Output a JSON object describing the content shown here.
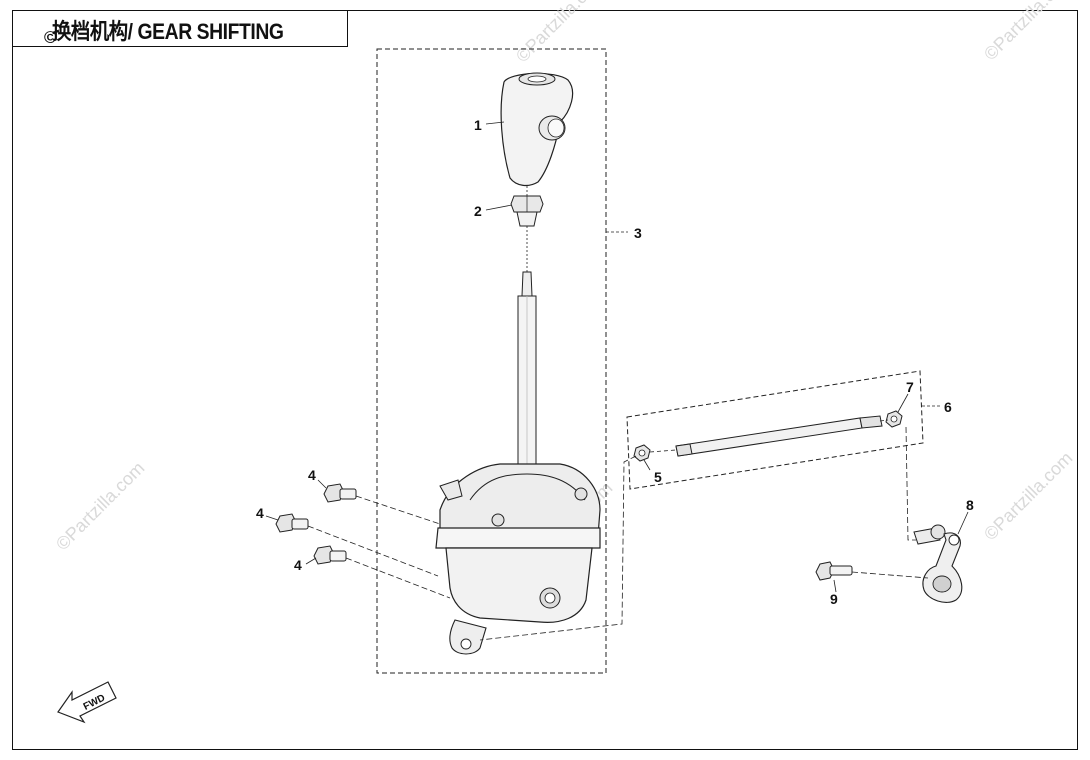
{
  "title": "换档机构/ GEAR SHIFTING",
  "corner_mark": "©",
  "watermark": "©Partzilla.com",
  "direction_label": "FWD",
  "callouts": [
    {
      "id": "1",
      "name": "shift-knob"
    },
    {
      "id": "2",
      "name": "lock-nut"
    },
    {
      "id": "3",
      "name": "shift-lever-assembly"
    },
    {
      "id": "4",
      "name": "bolt-upper"
    },
    {
      "id": "4",
      "name": "bolt-middle"
    },
    {
      "id": "4",
      "name": "bolt-lower"
    },
    {
      "id": "5",
      "name": "rod-end-nut-left"
    },
    {
      "id": "6",
      "name": "shift-rod-assembly"
    },
    {
      "id": "7",
      "name": "rod-end-nut-right"
    },
    {
      "id": "8",
      "name": "shift-arm"
    },
    {
      "id": "9",
      "name": "arm-bolt"
    }
  ]
}
